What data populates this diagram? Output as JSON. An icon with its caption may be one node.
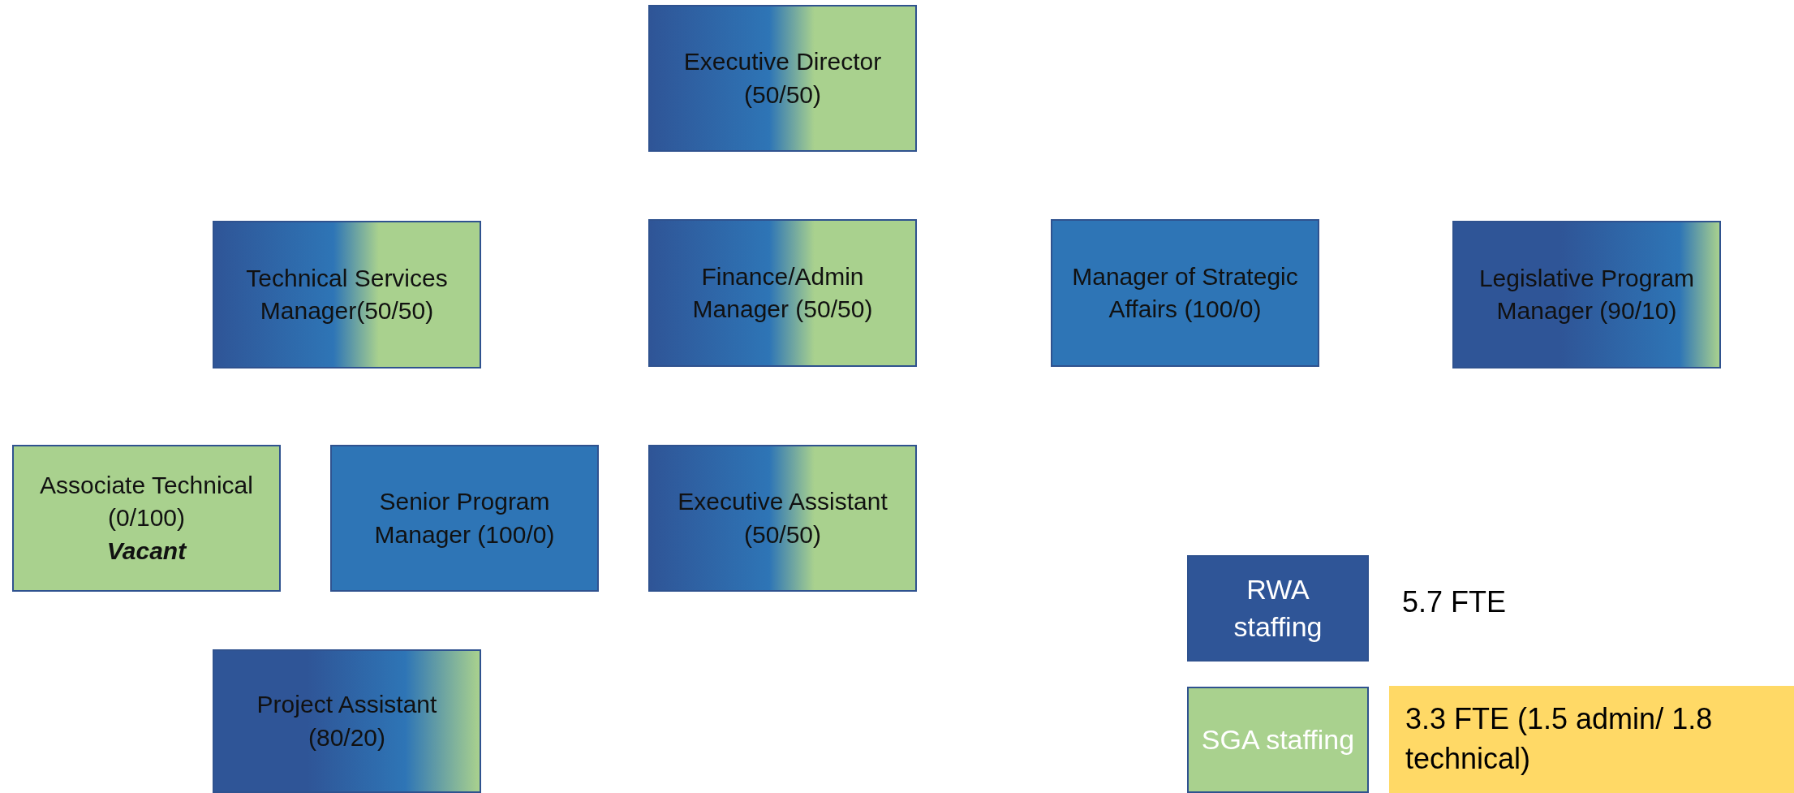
{
  "diagram": {
    "nodes": [
      {
        "text": [
          "Executive Director (50/50)"
        ]
      },
      {
        "text": [
          "Technical Services Manager(50/50)"
        ]
      },
      {
        "text": [
          "Finance/Admin Manager (50/50)"
        ]
      },
      {
        "text": [
          "Manager of Strategic Affairs (100/0)"
        ]
      },
      {
        "text": [
          "Legislative Program Manager (90/10)"
        ]
      },
      {
        "text": [
          "Associate Technical (0/100)",
          "Vacant"
        ]
      },
      {
        "text": [
          "Senior Program Manager (100/0)"
        ]
      },
      {
        "text": [
          "Executive Assistant (50/50)"
        ]
      },
      {
        "text": [
          "Project Assistant (80/20)"
        ]
      }
    ],
    "labels": [
      "5.7 FTE",
      "3.3 FTE (1.5 admin/ 1.8 technical)"
    ],
    "legend": [
      {
        "text": "RWA staffing",
        "color": "#2f5597"
      },
      {
        "text": "SGA staffing",
        "color": "#a9d18e"
      }
    ]
  }
}
